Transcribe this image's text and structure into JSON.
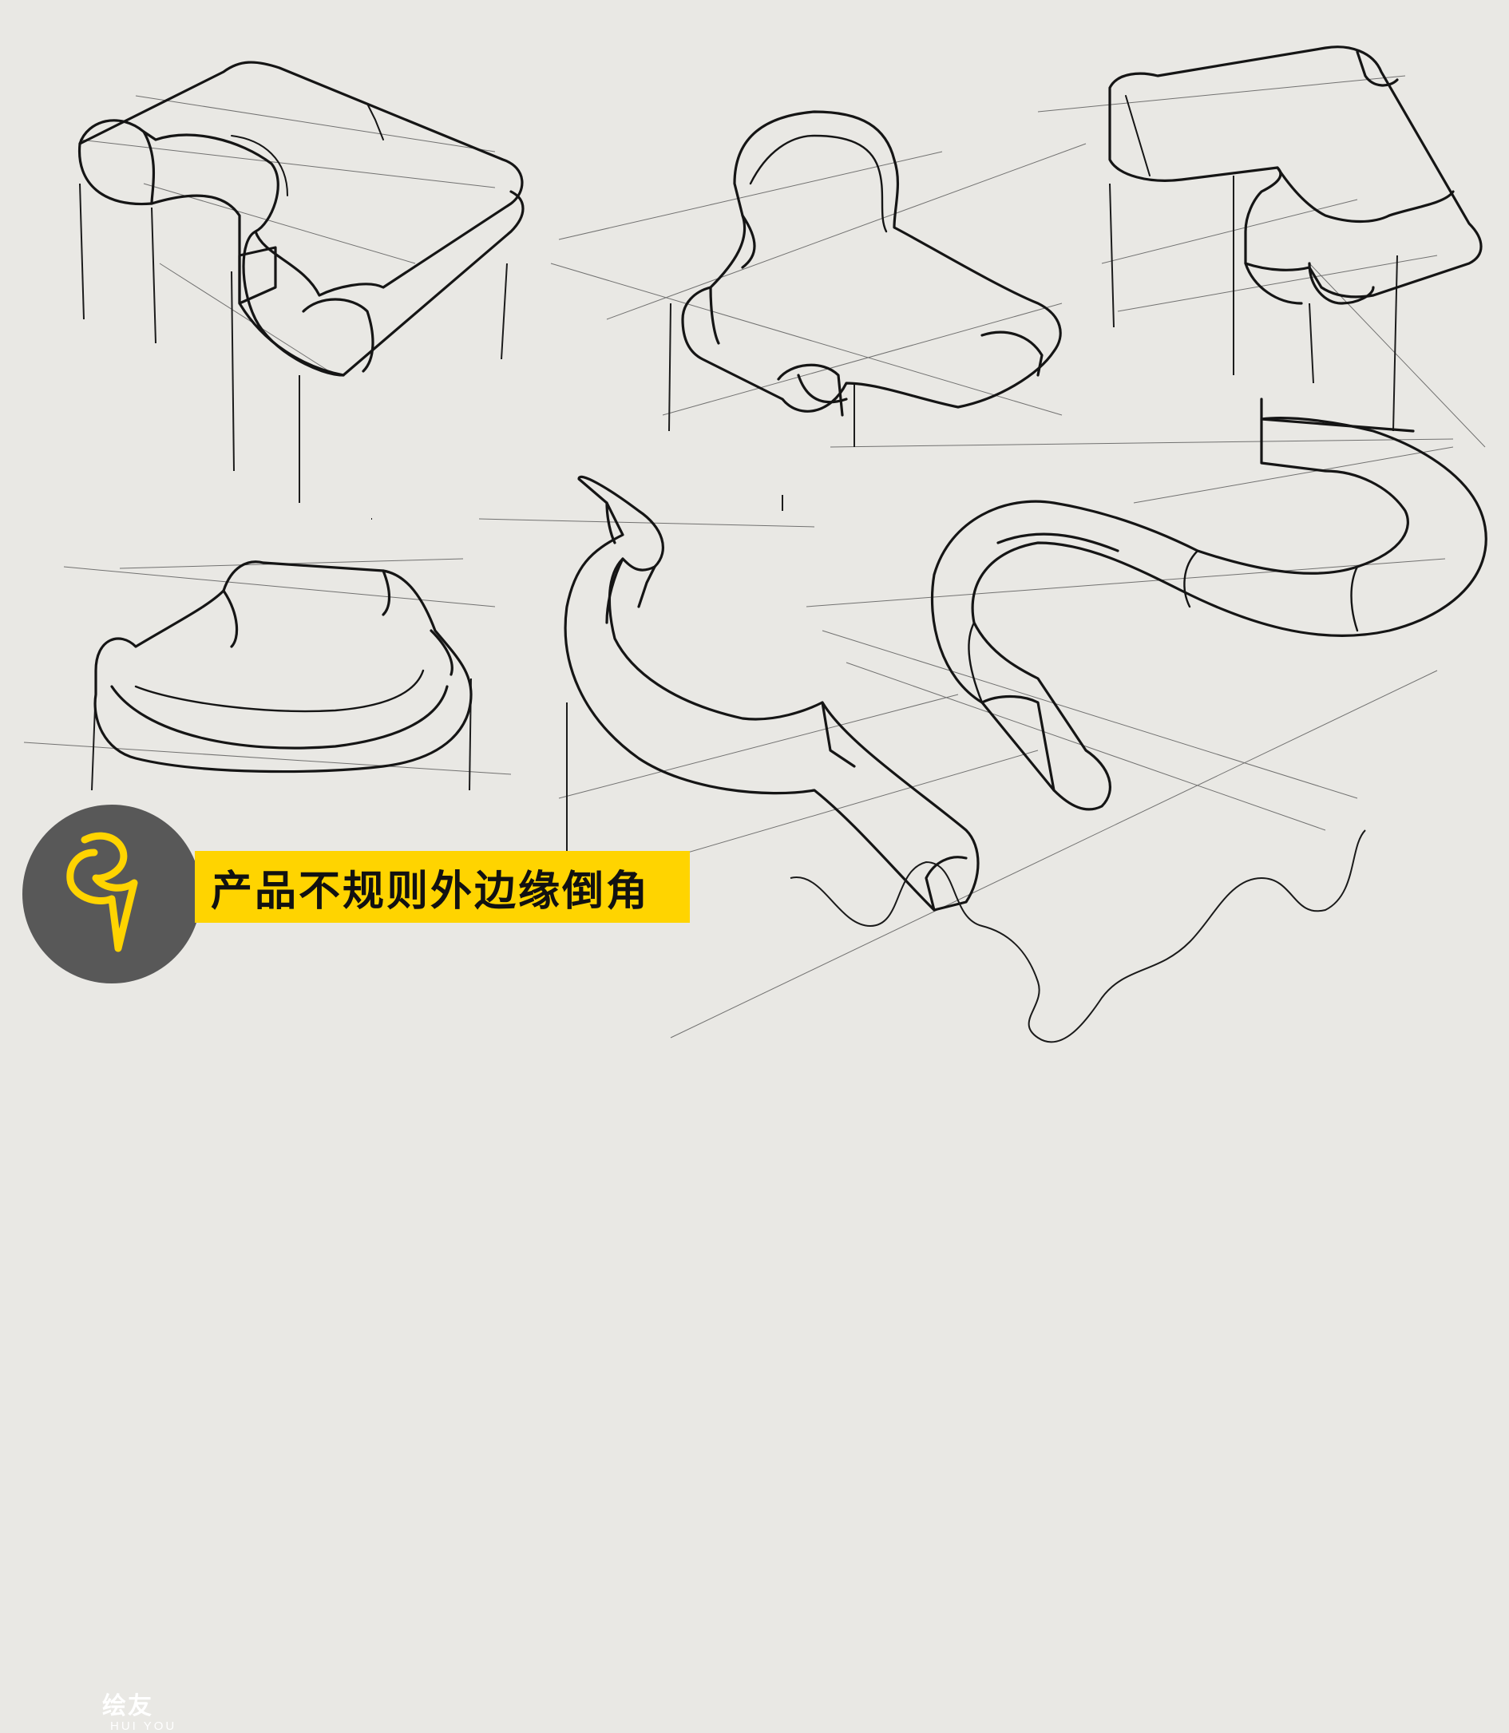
{
  "title": "产品不规则外边缘倒角",
  "logo": {
    "name_cn": "绘友",
    "name_en": "HUI YOU",
    "icon": "lightning-swirl-icon"
  },
  "colors": {
    "paper": "#e9e8e4",
    "ink": "#151515",
    "construction_ink": "#4a4a4a",
    "banner": "#ffd400",
    "badge": "#585858",
    "bolt": "#ffd400"
  },
  "drawings": [
    "sketch-1-irregular-chamfer-block",
    "sketch-2-irregular-chamfer-block",
    "sketch-3-irregular-chamfer-block",
    "sketch-4-curved-tray",
    "sketch-5-s-curve-strip",
    "sketch-6-u-curve-strip"
  ]
}
